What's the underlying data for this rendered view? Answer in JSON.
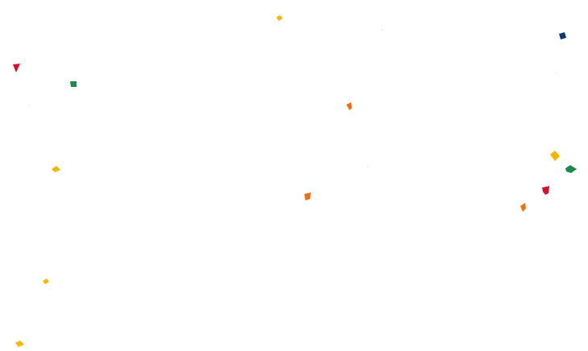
{
  "background_color": "#ffffff",
  "palette": {
    "yellow": "#f5b800",
    "red": "#d8102e",
    "green": "#1a8a4e",
    "navy": "#0b3a7a",
    "orange": "#f07010"
  },
  "confetti": {
    "count": 16,
    "colors": [
      "yellow",
      "red",
      "green",
      "navy",
      "orange"
    ]
  }
}
